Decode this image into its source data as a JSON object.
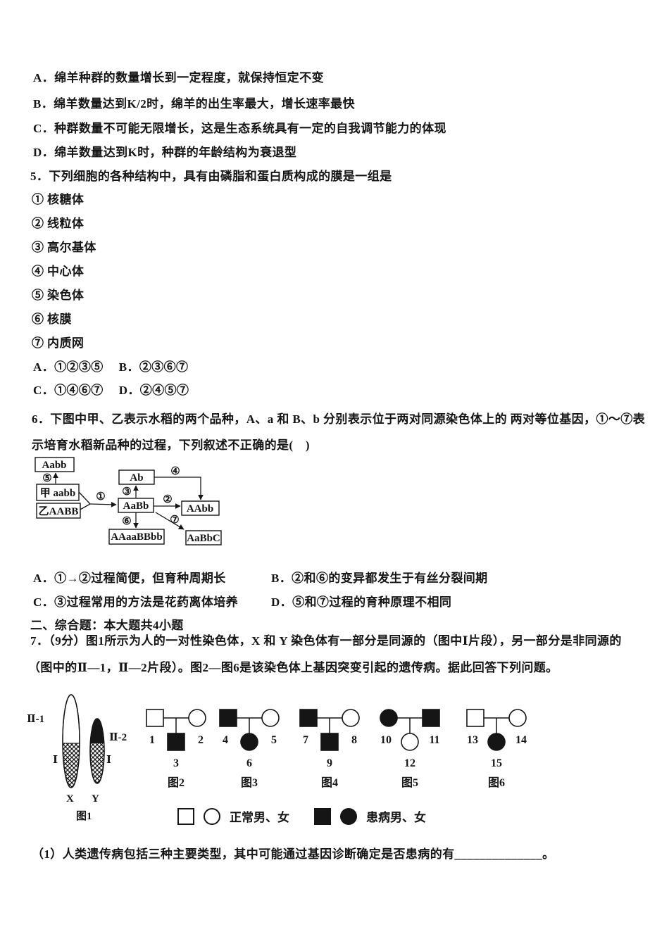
{
  "q4": {
    "options": [
      "A．绵羊种群的数量增长到一定程度，就保持恒定不变",
      "B．绵羊数量达到K/2时，绵羊的出生率最大，增长速率最快",
      "C．种群数量不可能无限增长，这是生态系统具有一定的自我调节能力的体现",
      "D．绵羊数量达到K时，种群的年龄结构为衰退型"
    ]
  },
  "q5": {
    "stem": "5．下列细胞的各种结构中，具有由磷脂和蛋白质构成的膜是一组是",
    "items": [
      "① 核糖体",
      "② 线粒体",
      "③ 高尔基体",
      "④ 中心体",
      "⑤ 染色体",
      "⑥ 核膜",
      "⑦ 内质网"
    ],
    "options": [
      "A．①②③⑤",
      "B．②③⑥⑦",
      "C．①④⑥⑦",
      "D．②④⑤⑦"
    ]
  },
  "q6": {
    "stem": "6．下图中甲、乙表示水稻的两个品种，A、a 和 B、b 分别表示位于两对同源染色体上的 两对等位基因，①～⑦表示培育水稻新品种的过程，下列叙述不正确的是(　)",
    "diagram": {
      "boxes": {
        "aabb_top": "Aabb",
        "jia": "甲 aabb",
        "yi": "乙AABB",
        "ab": "Ab",
        "aabb_center": "AaBb",
        "aabb_right": "AAbb",
        "tetraploid": "AAaaBBbb",
        "trisomic": "AaBbC"
      },
      "steps": {
        "s1": "①",
        "s2": "②",
        "s3": "③",
        "s4": "④",
        "s5": "⑤",
        "s6": "⑥",
        "s7": "⑦"
      }
    },
    "options": [
      "A．①→②过程简便，但育种周期长",
      "B．②和⑥的变异都发生于有丝分裂间期",
      "C．③过程常用的方法是花药离体培养",
      "D．⑤和⑦过程的育种原理不相同"
    ]
  },
  "section2": "二、综合题：本大题共4小题",
  "q7": {
    "line1": "7．（9分）图1所示为人的一对性染色体，X 和 Y 染色体有一部分是同源的（图中Ⅰ片段），另一部分是非同源的",
    "line2": "（图中的Ⅱ—1，Ⅱ—2片段）。图2—图6是该染色体上基因突变引起的遗传病。据此回答下列问题。",
    "figure1": {
      "caption": "图1",
      "label_region_x_top": "Ⅱ-1",
      "label_region_y_top": "Ⅱ-2",
      "label_region_x_bottom": "Ⅰ",
      "label_region_y_bottom": "Ⅰ",
      "label_x": "X",
      "label_y": "Y"
    },
    "pedigrees": [
      {
        "caption": "图2",
        "left": {
          "id": "1",
          "sex": "male",
          "affected": false
        },
        "right": {
          "id": "2",
          "sex": "female",
          "affected": false
        },
        "child": {
          "id": "3",
          "sex": "male",
          "affected": true
        }
      },
      {
        "caption": "图3",
        "left": {
          "id": "4",
          "sex": "male",
          "affected": true
        },
        "right": {
          "id": "5",
          "sex": "female",
          "affected": false
        },
        "child": {
          "id": "6",
          "sex": "female",
          "affected": true
        }
      },
      {
        "caption": "图4",
        "left": {
          "id": "7",
          "sex": "male",
          "affected": true
        },
        "right": {
          "id": "8",
          "sex": "female",
          "affected": false
        },
        "child": {
          "id": "9",
          "sex": "male",
          "affected": true
        }
      },
      {
        "caption": "图5",
        "left": {
          "id": "10",
          "sex": "female",
          "affected": true
        },
        "right": {
          "id": "11",
          "sex": "male",
          "affected": true
        },
        "child": {
          "id": "12",
          "sex": "female",
          "affected": false
        }
      },
      {
        "caption": "图6",
        "left": {
          "id": "13",
          "sex": "male",
          "affected": false
        },
        "right": {
          "id": "14",
          "sex": "female",
          "affected": false
        },
        "child": {
          "id": "15",
          "sex": "female",
          "affected": true
        }
      }
    ],
    "legend": {
      "normal": "正常男、女",
      "affected": "患病男、女"
    },
    "part1": "（1）人类遗传病包括三种主要类型，其中可能通过基因诊断确定是否患病的有______________。"
  },
  "colors": {
    "ink": "#151515",
    "paper": "#ffffff"
  }
}
